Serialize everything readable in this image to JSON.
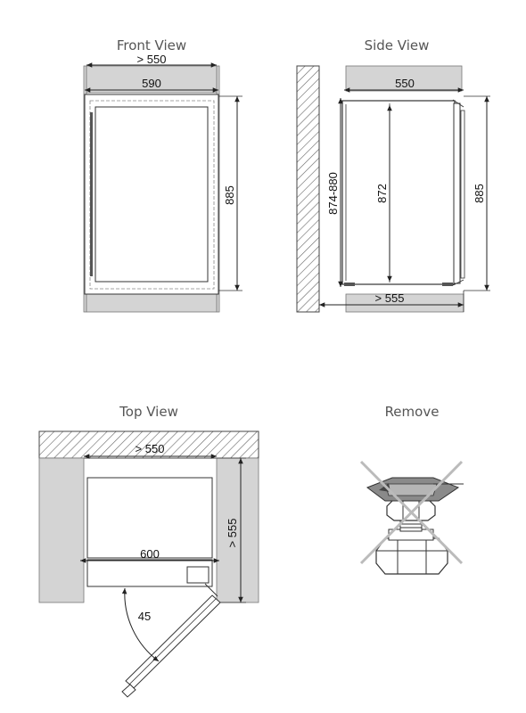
{
  "front_view": {
    "title": "Front View",
    "dim_niche_width": "> 550",
    "dim_width": "590",
    "dim_height": "885"
  },
  "side_view": {
    "title": "Side View",
    "dim_depth": "550",
    "dim_niche_height": "874-880",
    "dim_body_height": "872",
    "dim_height": "885",
    "dim_niche_depth": "> 555"
  },
  "top_view": {
    "title": "Top View",
    "dim_niche_width": "> 550",
    "dim_width": "600",
    "dim_niche_depth": "> 555",
    "dim_door_angle": "45"
  },
  "remove_view": {
    "title": "Remove"
  }
}
